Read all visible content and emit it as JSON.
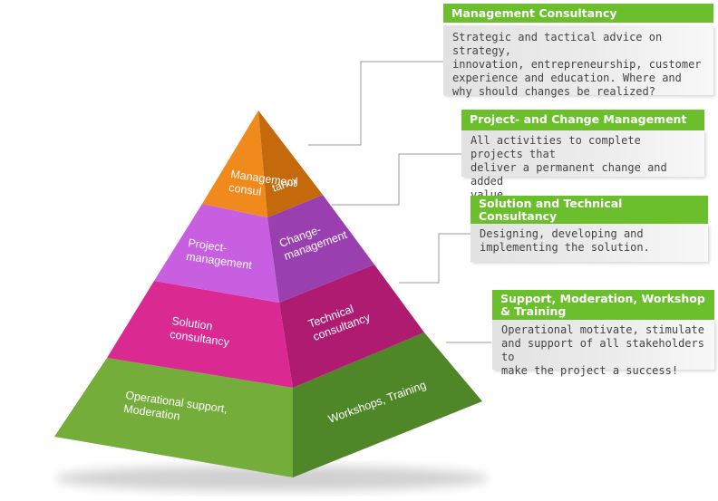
{
  "pyramid": {
    "layers": [
      {
        "front_label": [
          "Management",
          "consul"
        ],
        "side_label": [
          "tancy"
        ],
        "front_color": "#f08a1d",
        "side_color": "#c56a0c"
      },
      {
        "front_label": [
          "Project-",
          "management"
        ],
        "side_label": [
          "Change-",
          "management"
        ],
        "front_color": "#c85ee0",
        "side_color": "#9a3fb0"
      },
      {
        "front_label": [
          "Solution",
          "consultancy"
        ],
        "side_label": [
          "Technical",
          "consultancy"
        ],
        "front_color": "#da2a92",
        "side_color": "#b01b72"
      },
      {
        "front_label": [
          "Operational support,",
          "Moderation"
        ],
        "side_label": [
          "Workshops, Training"
        ],
        "front_color": "#74ad3a",
        "side_color": "#4e8628"
      }
    ]
  },
  "cards": [
    {
      "title": "Management Consultancy",
      "body": "Strategic and tactical advice on strategy,\ninnovation, entrepreneurship, customer\nexperience and education. Where and\nwhy should changes be realized?"
    },
    {
      "title": "Project- and Change Management",
      "body": "All activities to complete projects that\ndeliver a permanent change and added\nvalue."
    },
    {
      "title": "Solution and Technical\nConsultancy",
      "body": "Designing, developing and\nimplementing the solution."
    },
    {
      "title": "Support, Moderation, Workshop\n& Training",
      "body": "Operational motivate, stimulate\nand support of all stakeholders to\nmake the project a success!"
    }
  ],
  "colors": {
    "accent_green": "#6cbf2c",
    "connector": "#999999"
  }
}
